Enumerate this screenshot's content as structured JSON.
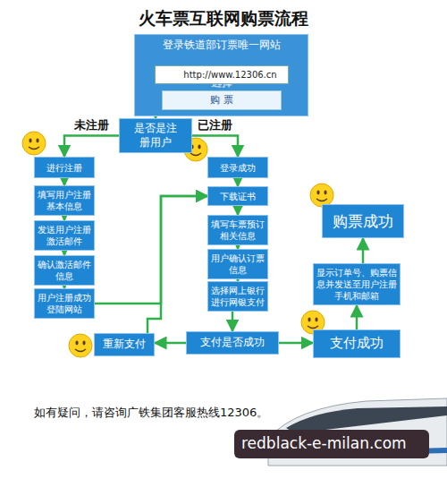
{
  "diagram": {
    "title": "火车票互联网购票流程",
    "nodes": [
      {
        "text": [
          "登录铁道部订票唯一网站",
          "选择"
        ]
      },
      {
        "text": [
          "http://www.12306.cn"
        ],
        "in": 0
      },
      {
        "text": [
          "购 票"
        ],
        "in": 0
      },
      {
        "text": [
          "是否是注册用户"
        ]
      },
      {
        "text": [
          "进行注册"
        ]
      },
      {
        "text": [
          "填写用户注册基本信息"
        ]
      },
      {
        "text": [
          "发送用户注册激活邮件"
        ]
      },
      {
        "text": [
          "确认激活邮件信息"
        ]
      },
      {
        "text": [
          "用户注册成功登陆网站"
        ]
      },
      {
        "text": [
          "登录成功"
        ]
      },
      {
        "text": [
          "下载证书"
        ]
      },
      {
        "text": [
          "填写车票预订相关信息"
        ]
      },
      {
        "text": [
          "用户确认订票信息"
        ]
      },
      {
        "text": [
          "选择网上银行进行网银支付"
        ]
      },
      {
        "text": [
          "支付是否成功"
        ]
      },
      {
        "text": [
          "重新支付"
        ]
      },
      {
        "text": [
          "支付成功"
        ]
      },
      {
        "text": [
          "显示订单号、购票信息并发送至用户注册手机和邮箱"
        ]
      },
      {
        "text": [
          "购票成功"
        ]
      }
    ],
    "edges": [
      {
        "from": 0,
        "to": 3,
        "arrow": "to"
      },
      {
        "from": 3,
        "to": 4,
        "label": "未注册",
        "arrow": "to"
      },
      {
        "from": 3,
        "to": 9,
        "label": "已注册",
        "arrow": "to"
      },
      {
        "from": 4,
        "to": 5,
        "arrow": "to"
      },
      {
        "from": 5,
        "to": 6,
        "arrow": "to"
      },
      {
        "from": 6,
        "to": 7,
        "arrow": "to"
      },
      {
        "from": 7,
        "to": 8,
        "arrow": "to"
      },
      {
        "from": 8,
        "to": 10,
        "arrow": "to"
      },
      {
        "from": 9,
        "to": 10,
        "arrow": "to"
      },
      {
        "from": 10,
        "to": 11,
        "arrow": "to"
      },
      {
        "from": 11,
        "to": 12,
        "arrow": "to"
      },
      {
        "from": 12,
        "to": 13,
        "arrow": "to"
      },
      {
        "from": 13,
        "to": 14,
        "arrow": "to"
      },
      {
        "from": 14,
        "to": 15,
        "arrow": "to"
      },
      {
        "from": 15,
        "to": 10,
        "arrow": "to"
      },
      {
        "from": 14,
        "to": 16,
        "arrow": "to"
      },
      {
        "from": 16,
        "to": 17,
        "arrow": "to"
      },
      {
        "from": 17,
        "to": 18,
        "arrow": "to"
      }
    ],
    "labels": [
      "如有疑问，请咨询广铁集团客服热线12306。",
      "redblack-e-milan.com"
    ]
  }
}
